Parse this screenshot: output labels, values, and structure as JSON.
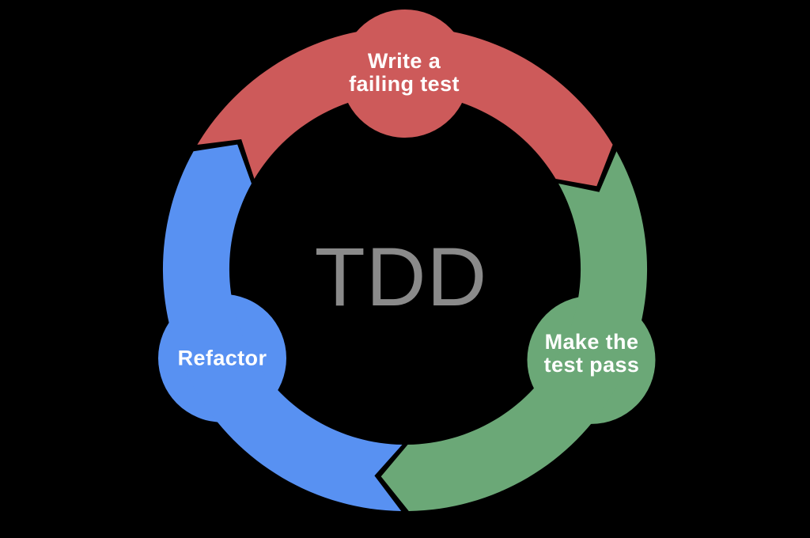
{
  "diagram": {
    "title": "TDD",
    "title_color": "#8a8a8a",
    "background_color": "#000000",
    "label_text_color": "#ffffff",
    "cycle_direction": "clockwise",
    "steps": [
      {
        "id": "write-failing-test",
        "order": 1,
        "color": "#cd5a5a",
        "label_lines": [
          "Write a",
          "failing test"
        ]
      },
      {
        "id": "make-test-pass",
        "order": 2,
        "color": "#6ba877",
        "label_lines": [
          "Make the",
          "test pass"
        ]
      },
      {
        "id": "refactor",
        "order": 3,
        "color": "#5891f2",
        "label_lines": [
          "Refactor"
        ]
      }
    ]
  }
}
